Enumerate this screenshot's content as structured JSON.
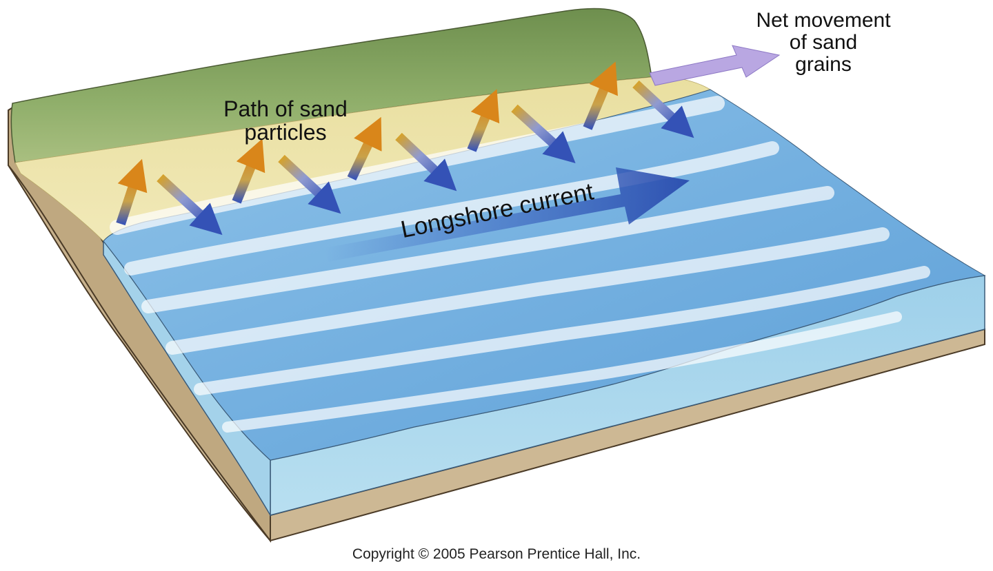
{
  "diagram": {
    "labels": {
      "path_of_sand_particles": [
        "Path of sand",
        "particles"
      ],
      "net_movement": [
        "Net movement",
        "of sand",
        "grains"
      ],
      "longshore_current": "Longshore current"
    },
    "copyright": "Copyright © 2005 Pearson Prentice Hall, Inc.",
    "colors": {
      "vegetation": "#7f9e5c",
      "beach_sand": "#ece3a6",
      "water": "#6aa6dc",
      "water_side": "#a9d6ec",
      "soil": "#cbb592",
      "current_arrow": "#2f54b0",
      "net_movement_arrow": "#b9a7e2",
      "swash_arrow_top": "#d68a1a",
      "backwash_arrow_bottom": "#3554b8"
    }
  }
}
